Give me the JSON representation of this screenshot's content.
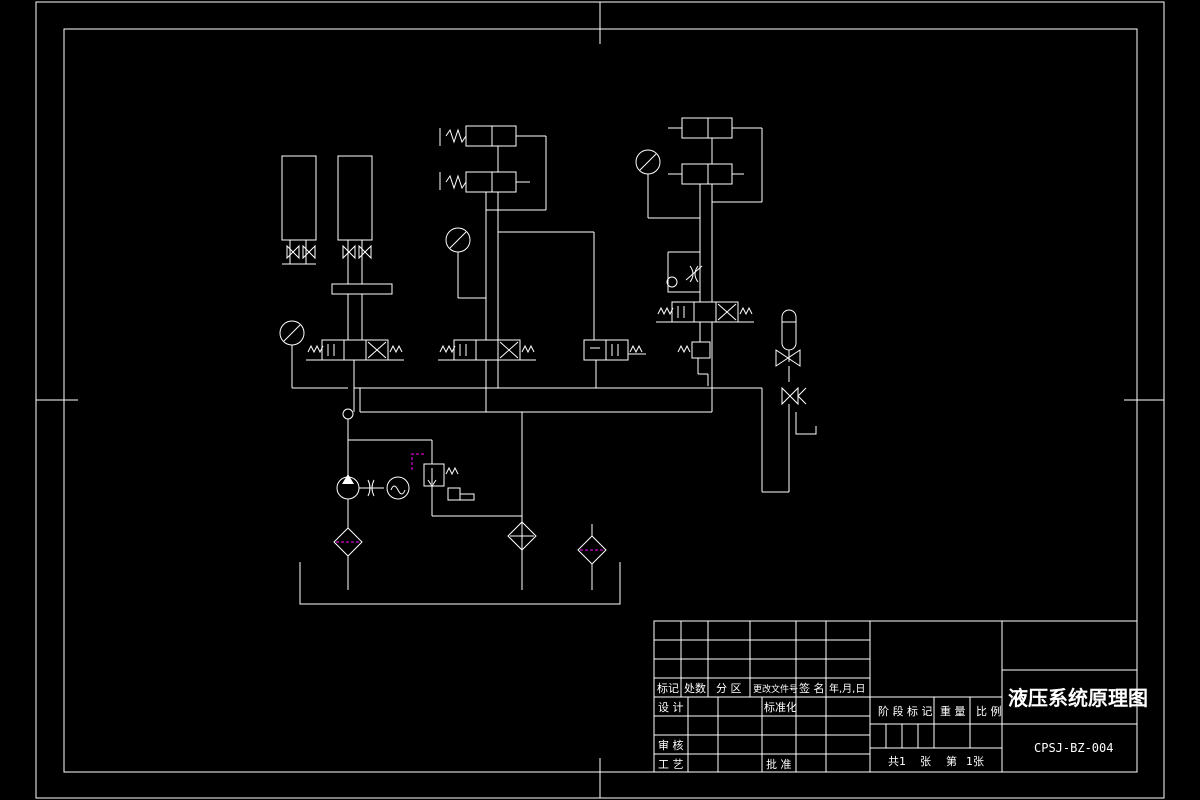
{
  "drawing": {
    "title": "液压系统原理图",
    "code": "CPSJ-BZ-004"
  },
  "title_block": {
    "header": {
      "mark": "标记",
      "count": "处数",
      "zone": "分 区",
      "doc_no": "更改文件号",
      "signature": "签 名",
      "date": "年,月,日"
    },
    "design": "设 计",
    "standardize": "标准化",
    "review": "审 核",
    "process": "工 艺",
    "approve": "批 准",
    "stage_mark": "阶 段 标 记",
    "weight": "重 量",
    "scale": "比 例",
    "sheet_total": "共1",
    "sheet_unit": "张",
    "sheet_no_label": "第",
    "sheet_no": "1张"
  }
}
